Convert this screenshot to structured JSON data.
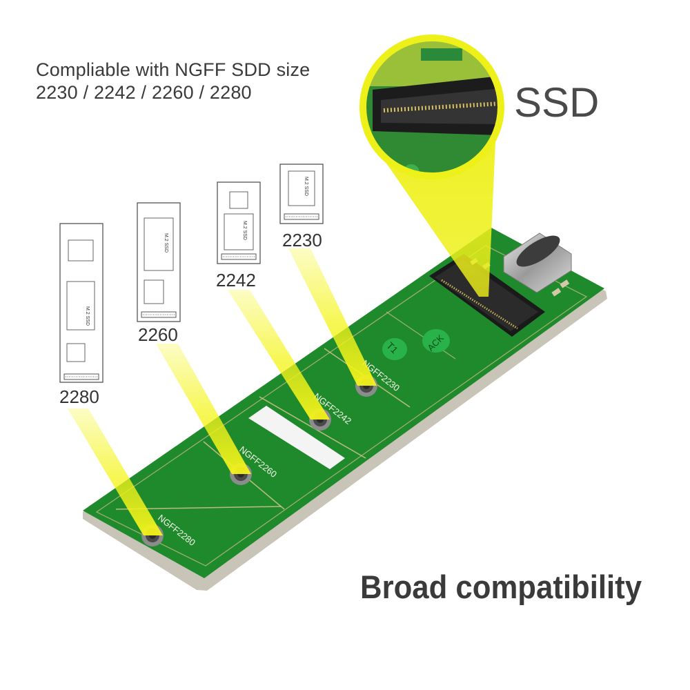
{
  "intro": {
    "line1": "Compliable with NGFF SDD size",
    "line2": "2230 / 2242 / 2260 / 2280"
  },
  "ssd_label": "SSD",
  "headline": "Broad compatibility",
  "module_sizes": [
    "2280",
    "2260",
    "2242",
    "2230"
  ],
  "module_label": "M.2 SSD",
  "board_markings": [
    "NGFF2280",
    "NGFF2260",
    "NGFF2242",
    "NGFF2230"
  ],
  "led_labels": [
    "T1",
    "ACK"
  ],
  "colors": {
    "pcb_green": "#1f8a2c",
    "beam_yellow": "#f2f21a",
    "text_gray": "#3a3a3a"
  }
}
